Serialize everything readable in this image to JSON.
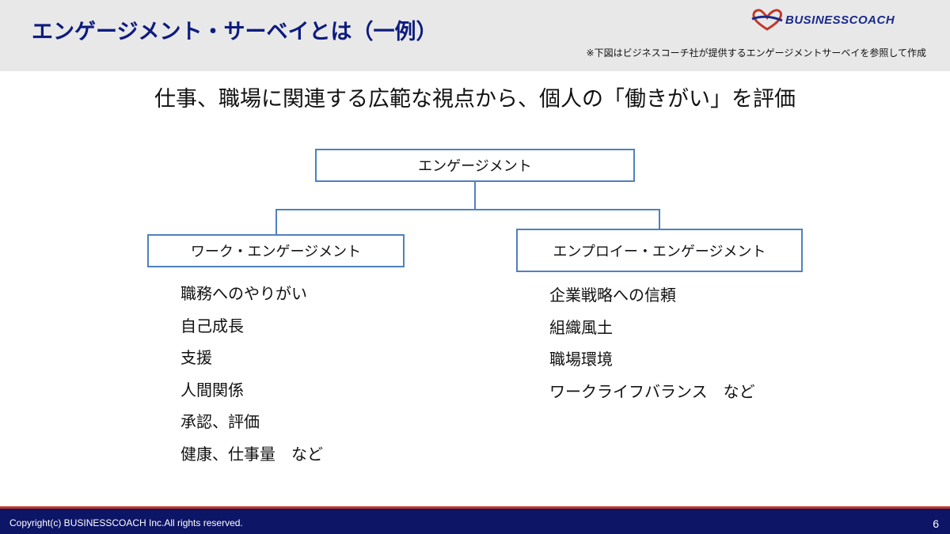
{
  "header": {
    "title": "エンゲージメント・サーベイとは（一例）",
    "logo_text": "BUSINESSCOACH",
    "source_note": "※下図はビジネスコーチ社が提供するエンゲージメントサーベイを参照して作成"
  },
  "subtitle": "仕事、職場に関連する広範な視点から、個人の「働きがい」を評価",
  "diagram": {
    "root": "エンゲージメント",
    "left": {
      "label": "ワーク・エンゲージメント",
      "items": [
        "職務へのやりがい",
        "自己成長",
        "支援",
        "人間関係",
        "承認、評価",
        "健康、仕事量　など"
      ]
    },
    "right": {
      "label": "エンプロイー・エンゲージメント",
      "items": [
        "企業戦略への信頼",
        "組織風土",
        "職場環境",
        "ワークライフバランス　など"
      ]
    }
  },
  "footer": {
    "copyright": "Copyright(c) BUSINESSCOACH Inc.All rights reserved.",
    "page_number": "6"
  },
  "colors": {
    "title": "#0d1b7e",
    "box_border": "#4f81bd",
    "footer_bg": "#0d1566",
    "footer_accent": "#c0392b",
    "header_bg": "#e8e8e8"
  }
}
